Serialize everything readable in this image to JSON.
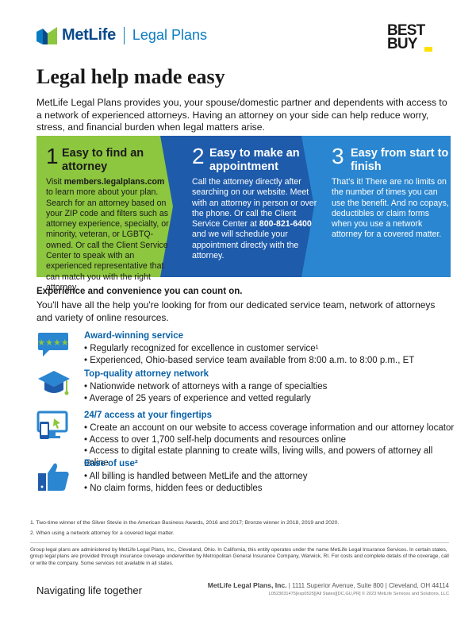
{
  "header": {
    "brand": "MetLife",
    "product": "Legal Plans",
    "partner_line1": "BEST",
    "partner_line2": "BUY"
  },
  "title": "Legal help made easy",
  "intro": "MetLife Legal Plans provides you, your spouse/domestic partner and dependents with access to a network of experienced attorneys. Having an attorney on your side can help reduce worry, stress, and financial burden when legal matters arise.",
  "steps": [
    {
      "number": "1",
      "heading": "Easy to find an attorney",
      "body_pre": "Visit ",
      "body_bold": "members.legalplans.com",
      "body_post": " to learn more about your plan. Search for an attorney based on your ZIP code and filters such as attorney experience, specialty, or minority, veteran, or LGBTQ-owned. Or call the Client Service Center to speak with an experienced representative that can match you with the right attorney."
    },
    {
      "number": "2",
      "heading": "Easy to make an appointment",
      "body_pre": "Call the attorney directly after searching on our website. Meet with an attorney in person or over the phone. Or call the Client Service Center at ",
      "body_bold": "800-821-6400",
      "body_post": " and we will schedule your appointment directly with the attorney."
    },
    {
      "number": "3",
      "heading": "Easy from start to finish",
      "body": "That's it! There are no limits on the number of times you can use the benefit. And no copays, deductibles or claim forms when you use a network attorney for a covered matter."
    }
  ],
  "experience": {
    "heading": "Experience and convenience you can count on.",
    "text": "You'll have all the help you're looking for from our dedicated service team, network of attorneys and variety of online resources."
  },
  "features": [
    {
      "title": "Award-winning service",
      "items": [
        "Regularly recognized for excellence in customer service¹",
        "Experienced, Ohio-based service team available from 8:00 a.m. to 8:00 p.m., ET"
      ]
    },
    {
      "title": "Top-quality attorney network",
      "items": [
        "Nationwide network of attorneys with a range of specialties",
        "Average of 25 years of experience and vetted regularly"
      ]
    },
    {
      "title": "24/7 access at your fingertips",
      "items": [
        "Create an account on our website to access coverage information and our attorney locator",
        "Access to over 1,700 self-help documents and resources online",
        "Access to digital estate planning to create wills, living wills, and powers of attorney all online"
      ]
    },
    {
      "title": "Ease of use²",
      "items": [
        "All billing is handled between MetLife and the attorney",
        "No claim forms, hidden fees or deductibles"
      ]
    }
  ],
  "footnotes": [
    "1. Two-time winner of the Silver Stevie in the American Business Awards, 2016 and 2017; Bronze winner in 2018, 2019 and 2020.",
    "2. When using a network attorney for a covered legal matter."
  ],
  "legal": "Group legal plans are administered by MetLife Legal Plans, Inc., Cleveland, Ohio. In California, this entity operates under the name MetLife Legal Insurance Services. In certain states, group legal plans are provided through insurance coverage underwritten by Metropolitan General Insurance Company, Warwick, RI. For costs and complete details of the coverage, call or write the company. Some services not available in all states.",
  "footer": {
    "tagline": "Navigating life together",
    "company": "MetLife Legal Plans, Inc.",
    "address": "1111 Superior Avenue, Suite 800  |  Cleveland, OH 44114",
    "code": "L0523031475[exp0525][All States][DC,GU,PR] © 2023 MetLife Services and Solutions, LLC"
  },
  "colors": {
    "metlife_blue": "#0a4a8c",
    "metlife_light_blue": "#0a7cc1",
    "step1_green": "#8dc63f",
    "step2_blue": "#1e5bab",
    "step3_blue": "#2a86d0"
  }
}
